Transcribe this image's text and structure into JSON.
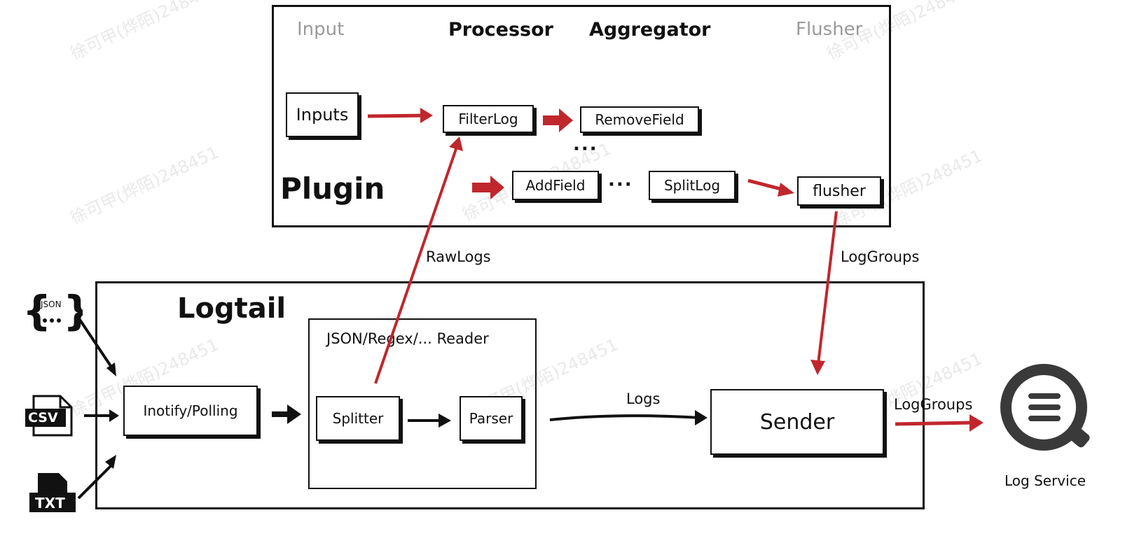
{
  "plugin": {
    "title": "Plugin",
    "columns": {
      "input": "Input",
      "processor": "Processor",
      "aggregator": "Aggregator",
      "flusher": "Flusher"
    },
    "nodes": {
      "inputs": "Inputs",
      "filterlog": "FilterLog",
      "removefield": "RemoveField",
      "addfield": "AddField",
      "splitlog": "SplitLog",
      "flusher": "flusher"
    },
    "ellipsis": "···"
  },
  "logtail": {
    "title": "Logtail",
    "reader_title": "JSON/Regex/... Reader",
    "nodes": {
      "inotify": "Inotify/Polling",
      "splitter": "Splitter",
      "parser": "Parser",
      "sender": "Sender"
    }
  },
  "edges": {
    "rawlogs": "RawLogs",
    "loggroups_top": "LogGroups",
    "logs": "Logs",
    "loggroups_out": "LogGroups"
  },
  "sources": {
    "json": "JSON",
    "csv": "CSV",
    "txt": "TXT"
  },
  "service": {
    "label": "Log Service"
  },
  "watermark": "徐可甲(烨陌)248451",
  "colors": {
    "red": "#c0272d",
    "ink": "#111111",
    "dim": "#9a9a9a"
  }
}
